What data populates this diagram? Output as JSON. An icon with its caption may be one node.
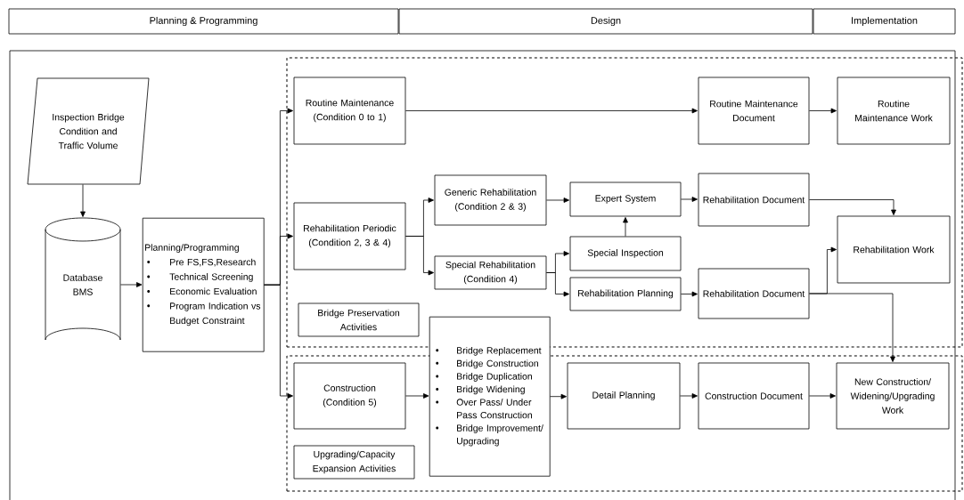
{
  "diagram": {
    "nodes": [
      {
        "text": [
          "Planning & Programming"
        ]
      },
      {
        "text": [
          "Design"
        ]
      },
      {
        "text": [
          "Implementation"
        ]
      },
      {
        "text": [
          "Inspection Bridge Condition and Traffic Volume"
        ]
      },
      {
        "text": [
          "Database BMS"
        ]
      },
      {
        "text": [
          "Planning/Programming",
          "Pre FS,FS,Research",
          "Technical Screening",
          "Economic Evaluation",
          "Program Indication vs Budget Constraint"
        ]
      },
      {
        "text": [],
        "shape": "box"
      },
      {
        "text": [
          "Routine Maintenance (Condition 0 to 1)"
        ],
        "in": 6
      },
      {
        "text": [
          "Routine Maintenance Document"
        ],
        "in": 6
      },
      {
        "text": [
          "Routine Maintenance Work"
        ],
        "in": 6
      },
      {
        "text": [
          "Rehabilitation Periodic (Condition 2, 3 & 4)"
        ],
        "in": 6
      },
      {
        "text": [
          "Generic Rehabilitation (Condition 2 & 3)"
        ],
        "in": 6
      },
      {
        "text": [
          "Expert System"
        ],
        "in": 6
      },
      {
        "text": [
          "Rehabilitation Document"
        ],
        "in": 6
      },
      {
        "text": [
          "Rehabilitation Work"
        ],
        "in": 6
      },
      {
        "text": [
          "Special Rehabilitation (Condition 4)"
        ],
        "in": 6
      },
      {
        "text": [
          "Special Inspection"
        ],
        "in": 6
      },
      {
        "text": [
          "Rehabilitation Planning"
        ],
        "in": 6
      },
      {
        "text": [
          "Rehabilitation Document"
        ],
        "in": 6
      },
      {
        "text": [
          "Bridge Preservation Activities"
        ],
        "in": 6
      },
      {
        "text": [],
        "shape": "box"
      },
      {
        "text": [
          "Construction (Condition 5)"
        ],
        "in": 20
      },
      {
        "text": [
          "Bridge Replacement",
          "Bridge Construction",
          "Bridge Duplication",
          "Bridge Widening",
          "Over Pass/ Under Pass Construction",
          "Bridge Improvement/ Upgrading"
        ]
      },
      {
        "text": [
          "Detail Planning"
        ],
        "in": 20
      },
      {
        "text": [
          "Construction Document"
        ],
        "in": 20
      },
      {
        "text": [
          "New Construction/ Widening/Upgrading Work"
        ],
        "in": 20
      },
      {
        "text": [
          "Upgrading/Capacity Expansion Activities"
        ],
        "in": 20
      }
    ],
    "edges": [
      {
        "from": 3,
        "to": 4,
        "arrow": "to"
      },
      {
        "from": 4,
        "to": 5,
        "arrow": "to"
      },
      {
        "from": 5,
        "to": 7,
        "arrow": "to"
      },
      {
        "from": 5,
        "to": 10,
        "arrow": "to"
      },
      {
        "from": 5,
        "to": 21,
        "arrow": "to"
      },
      {
        "from": 7,
        "to": 8,
        "arrow": "to"
      },
      {
        "from": 8,
        "to": 9,
        "arrow": "to"
      },
      {
        "from": 10,
        "to": 11,
        "arrow": "to"
      },
      {
        "from": 10,
        "to": 15,
        "arrow": "to"
      },
      {
        "from": 11,
        "to": 12,
        "arrow": "to"
      },
      {
        "from": 16,
        "to": 12,
        "arrow": "to"
      },
      {
        "from": 15,
        "to": 16,
        "arrow": "to"
      },
      {
        "from": 15,
        "to": 17,
        "arrow": "to"
      },
      {
        "from": 12,
        "to": 13,
        "arrow": "to"
      },
      {
        "from": 13,
        "to": 14,
        "arrow": "to"
      },
      {
        "from": 17,
        "to": 18,
        "arrow": "to"
      },
      {
        "from": 18,
        "to": 14,
        "arrow": "to"
      },
      {
        "from": 18,
        "to": 25,
        "arrow": "to"
      },
      {
        "from": 21,
        "to": 22,
        "arrow": "to"
      },
      {
        "from": 22,
        "to": 23,
        "arrow": "to"
      },
      {
        "from": 23,
        "to": 24,
        "arrow": "to"
      },
      {
        "from": 24,
        "to": 25,
        "arrow": "to"
      }
    ]
  }
}
